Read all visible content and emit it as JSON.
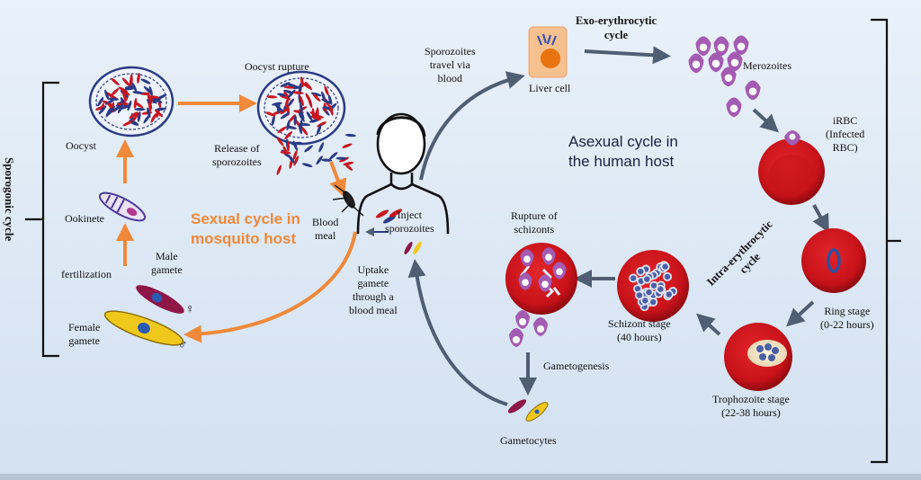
{
  "labels": {
    "sporogonic_cycle": "Sporogonic cycle",
    "oocyst": "Oocyst",
    "oocyst_rupture": "Oocyst rupture",
    "release_of_sporozoites": "Release of\nsporozoites",
    "ookinete": "Ookinete",
    "fertilization": "fertilization",
    "male_gamete": "Male\ngamete",
    "female_gamete": "Female\ngamete",
    "sexual_cycle": "Sexual cycle in\nmosquito host",
    "blood_meal": "Blood\nmeal",
    "inject_sporozoites": "Inject\nsporozoites",
    "uptake_gamete": "Uptake\ngamete\nthrough a\nblood meal",
    "sporozoites_travel": "Sporozoites\ntravel via\nblood",
    "liver_cell": "Liver cell",
    "exo_erythrocytic": "Exo-erythrocytic\ncycle",
    "merozoites": "Merozoites",
    "irbc": "iRBC\n(Infected\nRBC)",
    "asexual_cycle": "Asexual cycle in\nthe human host",
    "intra_erythrocytic": "Intra-erythrocytic\ncycle",
    "ring_stage": "Ring stage\n(0-22 hours)",
    "trophozoite_stage": "Trophozoite stage\n(22-38 hours)",
    "schizont_stage": "Schizont stage\n(40 hours)",
    "rupture_of_schizonts": "Rupture of\nschizonts",
    "gametogenesis": "Gametogenesis",
    "gametocytes": "Gametocytes",
    "male_symbol": "♀",
    "female_symbol": "♂"
  },
  "colors": {
    "orange_arrow": "#f0893a",
    "gray_arrow": "#4f5e72",
    "rbc_red": "#d4161c",
    "merozoite_purple": "#a45bb2",
    "sexual_cycle_text": "#f0893a"
  }
}
